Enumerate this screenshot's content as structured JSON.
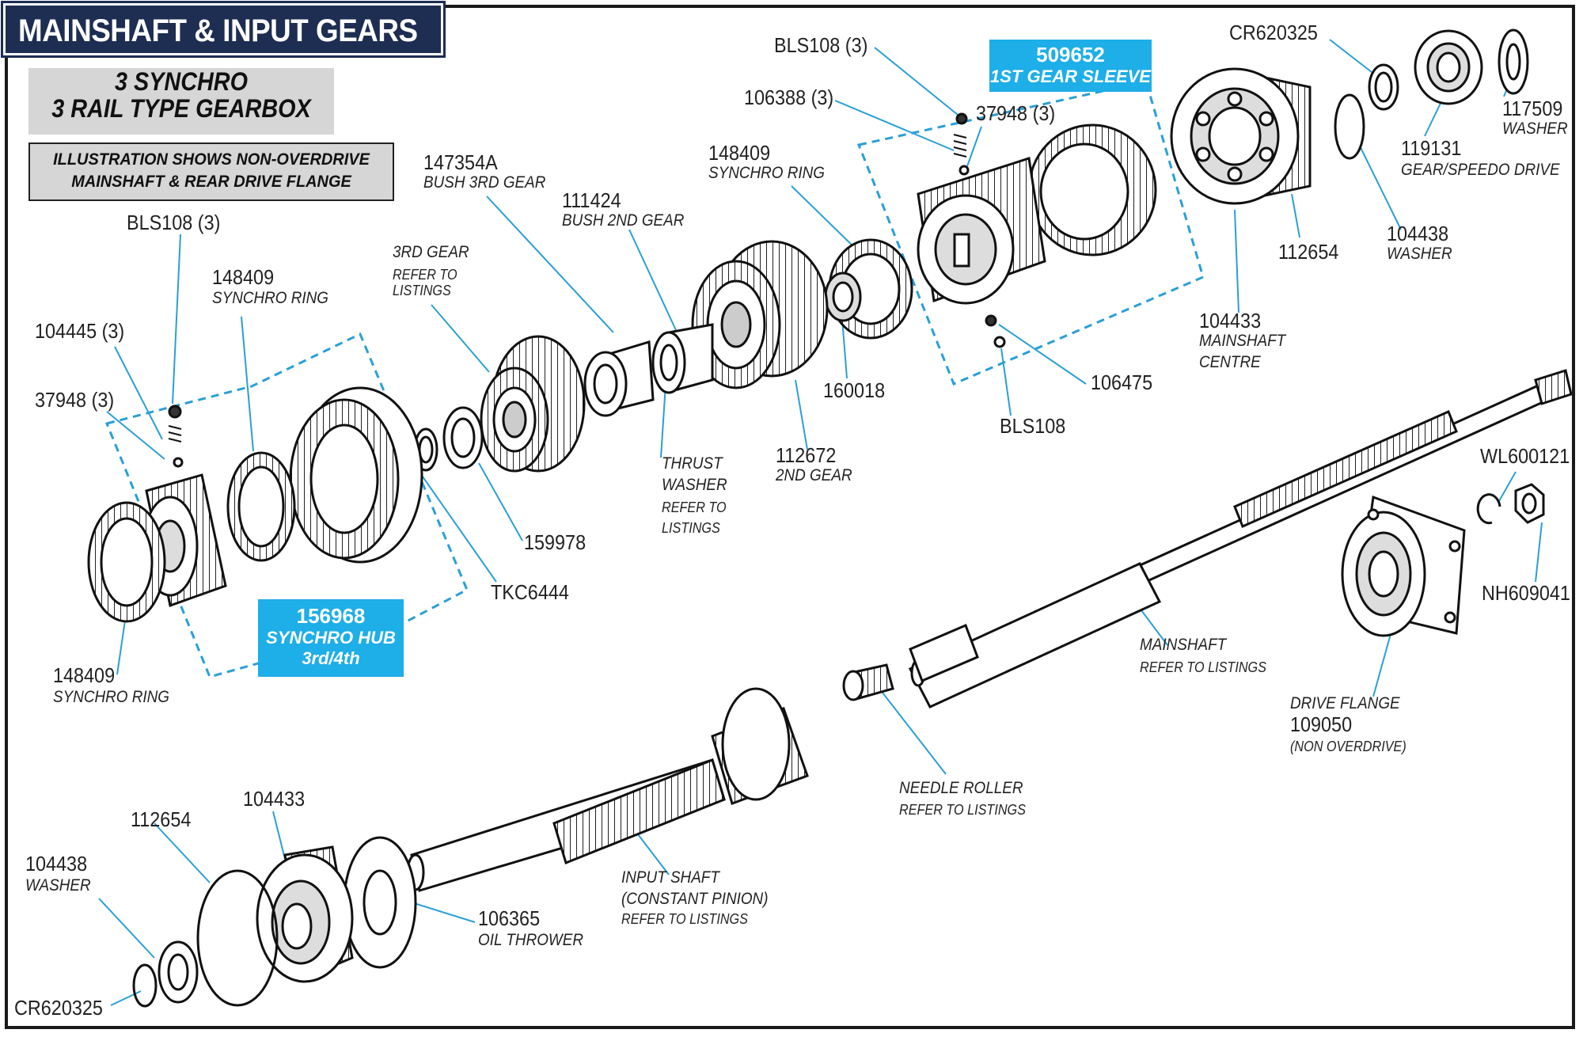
{
  "title": "MAINSHAFT & INPUT GEARS",
  "subtitle": [
    "3 SYNCHRO",
    "3 RAIL TYPE GEARBOX"
  ],
  "note": [
    "ILLUSTRATION SHOWS NON-OVERDRIVE",
    "MAINSHAFT & REAR DRIVE FLANGE"
  ],
  "highlight_boxes": {
    "sleeve": {
      "number": "509652",
      "label": "1ST GEAR SLEEVE"
    },
    "hub": {
      "number": "156968",
      "label": "SYNCHRO HUB",
      "label2": "3rd/4th"
    }
  },
  "colors": {
    "title_bg": "#1e2d52",
    "accent_blue": "#1eaee8",
    "leader_line": "#2a9fd6",
    "grey_panel": "#d6d6d6"
  },
  "labels": {
    "bls108_3_top": "BLS108 (3)",
    "p106388": "106388 (3)",
    "p37948_top": "37948 (3)",
    "cr620325_top": "CR620325",
    "p117509": "117509",
    "p117509_desc": "WASHER",
    "p119131": "119131",
    "p119131_desc": "GEAR/SPEEDO DRIVE",
    "p104438_top": "104438",
    "p104438_top_desc": "WASHER",
    "p112654_top": "112654",
    "p104433_top": "104433",
    "p104433_top_desc1": "MAINSHAFT",
    "p104433_top_desc2": "CENTRE",
    "p106475": "106475",
    "bls108_single": "BLS108",
    "p148409_top": "148409",
    "p148409_top_desc": "SYNCHRO RING",
    "p160018": "160018",
    "p112672": "112672",
    "p112672_desc": "2ND GEAR",
    "p111424": "111424",
    "p111424_desc": "BUSH 2ND GEAR",
    "p147354a": "147354A",
    "p147354a_desc": "BUSH 3RD GEAR",
    "thrust1": "THRUST",
    "thrust2": "WASHER",
    "thrust3": "REFER TO",
    "thrust4": "LISTINGS",
    "gear3_1": "3RD GEAR",
    "gear3_2": "REFER TO",
    "gear3_3": "LISTINGS",
    "bls108_3_left": "BLS108 (3)",
    "p148409_mid": "148409",
    "p148409_mid_desc": "SYNCHRO RING",
    "p104445": "104445 (3)",
    "p37948_left": "37948 (3)",
    "p159978": "159978",
    "tkc6444": "TKC6444",
    "p148409_bot": "148409",
    "p148409_bot_desc": "SYNCHRO RING",
    "wl600121": "WL600121",
    "nh609041": "NH609041",
    "mainshaft1": "MAINSHAFT",
    "mainshaft2": "REFER TO LISTINGS",
    "drive1": "DRIVE FLANGE",
    "drive2": "109050",
    "drive3": "(NON OVERDRIVE)",
    "needle1": "NEEDLE ROLLER",
    "needle2": "REFER TO LISTINGS",
    "input1": "INPUT SHAFT",
    "input2": "(CONSTANT PINION)",
    "input3": "REFER TO LISTINGS",
    "p106365": "106365",
    "p106365_desc": "OIL THROWER",
    "p104433_bot": "104433",
    "p112654_bot": "112654",
    "p104438_bot": "104438",
    "p104438_bot_desc": "WASHER",
    "cr620325_bot": "CR620325"
  }
}
